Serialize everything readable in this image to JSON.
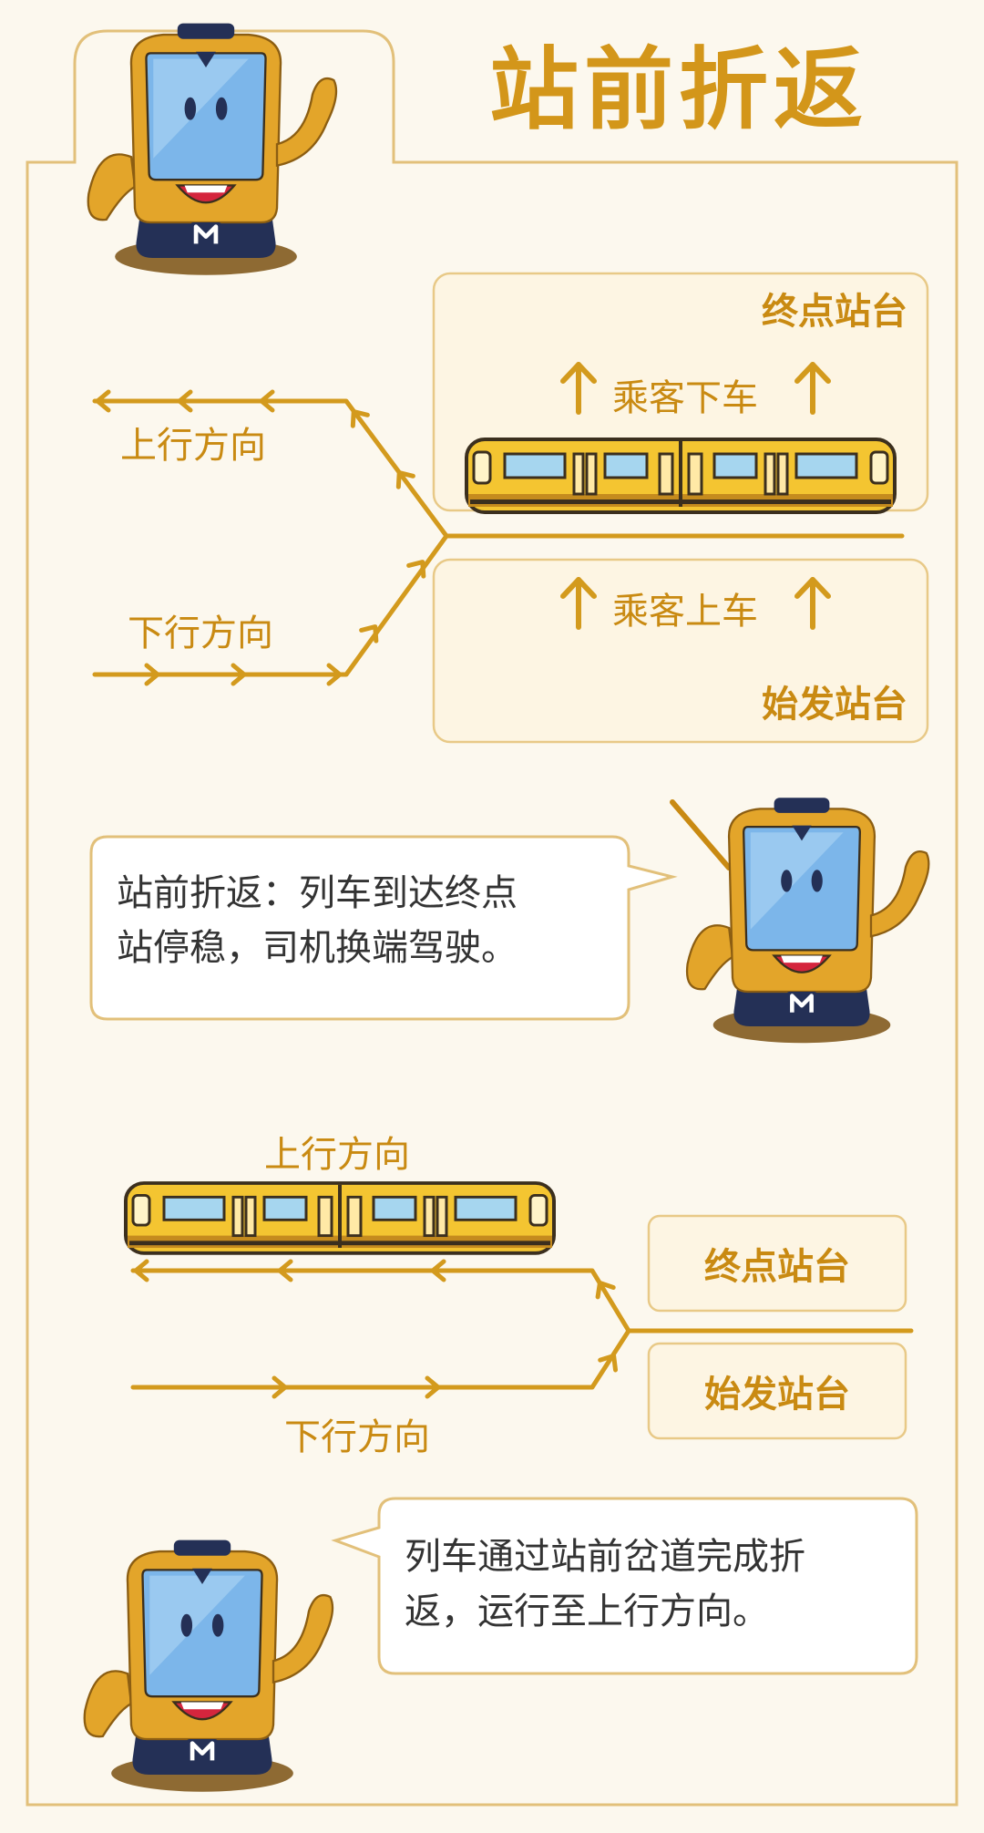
{
  "title": "站前折返",
  "diagram1": {
    "terminal_platform": "终点站台",
    "origin_platform": "始发站台",
    "alight_text": "乘客下车",
    "board_text": "乘客上车",
    "up_direction": "上行方向",
    "down_direction": "下行方向"
  },
  "bubble1": {
    "line1": "站前折返：列车到达终点",
    "line2": "站停稳，司机换端驾驶。"
  },
  "diagram2": {
    "up_direction": "上行方向",
    "down_direction": "下行方向",
    "terminal_platform": "终点站台",
    "origin_platform": "始发站台"
  },
  "bubble2": {
    "line1": "列车通过站前岔道完成折",
    "line2": "返，运行至上行方向。"
  },
  "mascot_badge": "M",
  "colors": {
    "accent": "#d39a1d",
    "title": "#d3961a",
    "background": "#fcf8ee",
    "panel_fill": "#fdf5e3",
    "train_yellow": "#f4c531",
    "mascot_body": "#e3a52a",
    "screen_blue": "#7cb6ea",
    "mascot_base": "#243056"
  }
}
